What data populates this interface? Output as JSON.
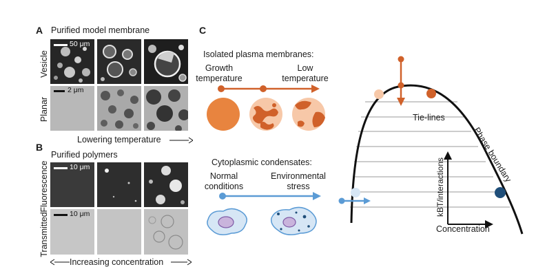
{
  "panel_a": {
    "letter": "A",
    "title": "Purified model membrane",
    "row1_label": "Vesicle",
    "row2_label": "Planar",
    "scale1": "50 μm",
    "scale2": "2 μm",
    "axis_label": "Lowering temperature"
  },
  "panel_b": {
    "letter": "B",
    "title": "Purified polymers",
    "row1_label": "Fluorescence",
    "row2_label": "Transmitted",
    "scale1": "10 μm",
    "scale2": "10 μm",
    "axis_label": "Increasing concentration"
  },
  "panel_c": {
    "letter": "C",
    "membranes": {
      "title": "Isolated plasma membranes:",
      "left_label_line1": "Growth",
      "left_label_line2": "temperature",
      "right_label_line1": "Low",
      "right_label_line2": "temperature"
    },
    "condensates": {
      "title": "Cytoplasmic condensates:",
      "left_label_line1": "Normal",
      "left_label_line2": "conditions",
      "right_label_line1": "Environmental",
      "right_label_line2": "stress"
    },
    "diagram": {
      "tie_lines_label": "Tie-lines",
      "boundary_label": "Phase boundary",
      "y_axis_label": "kBT/interactions",
      "x_axis_label": "Concentration"
    }
  },
  "colors": {
    "orange": "#d0612a",
    "orange_fill": "#e8843f",
    "light_orange": "#f7c8a8",
    "blue": "#5b9bd5",
    "dark_blue": "#1f4e79",
    "light_blue": "#d6e6f5"
  }
}
